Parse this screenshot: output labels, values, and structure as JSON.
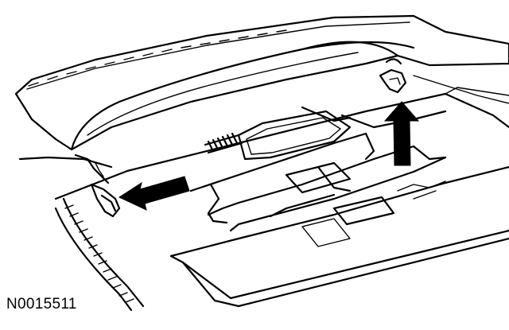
{
  "figure": {
    "id_label": "N0015511"
  },
  "colors": {
    "line": "#000000",
    "background": "#ffffff"
  },
  "callouts": [
    {
      "name": "arrow-left-clip",
      "direction": "left"
    },
    {
      "name": "arrow-up-clip",
      "direction": "up"
    }
  ]
}
